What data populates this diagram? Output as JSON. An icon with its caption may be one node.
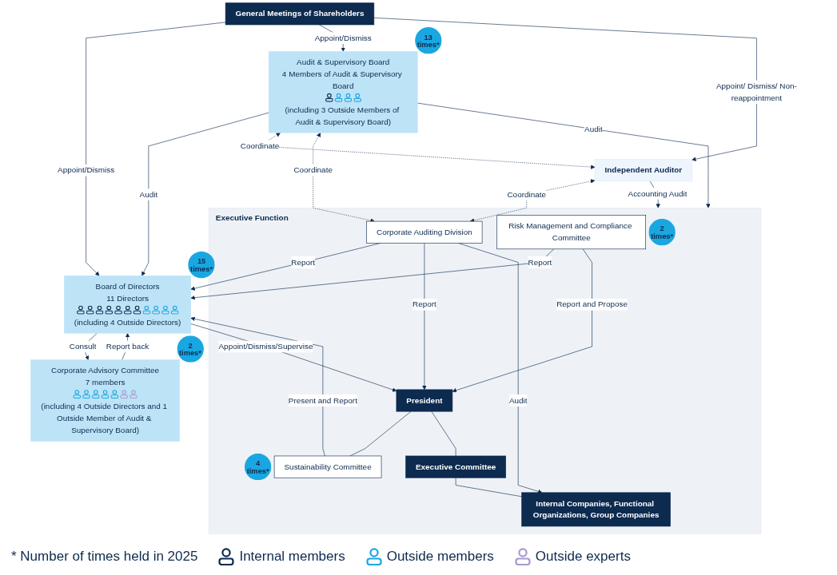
{
  "diagram": {
    "nodes": [
      {
        "text": [
          "General Meetings of Shareholders"
        ]
      },
      {
        "text": [
          "Corporate Advisory Committee",
          "7 members",
          "(including 4 Outside Directors and 1 Outside Member of Audit & Supervisory Board)"
        ],
        "beside": [
          "2 times*"
        ]
      },
      {
        "text": [
          "Board of Directors",
          "11 Directors",
          "(including 4 Outside Directors)"
        ],
        "beside": [
          "15 times*"
        ]
      },
      {
        "text": [
          "Audit & Supervisory Board",
          "4 Members of Audit & Supervisory Board",
          "(including 3 Outside Members of Audit & Supervisory Board)"
        ],
        "beside": [
          "13 times*"
        ]
      },
      {
        "text": [
          "Independent Auditor"
        ]
      },
      {
        "text": [
          "Executive Function"
        ]
      },
      {
        "text": [
          "Risk Management and Compliance Committee"
        ],
        "in": 5,
        "beside": [
          "2 times*"
        ]
      },
      {
        "text": [
          "President"
        ],
        "in": 5
      },
      {
        "text": [
          "Corporate Auditing Division"
        ],
        "in": 5
      },
      {
        "text": [
          "Sustainability Committee"
        ],
        "in": 5,
        "beside": [
          "4 times*"
        ]
      },
      {
        "text": [
          "Executive Committee"
        ],
        "in": 5
      },
      {
        "text": [
          "Internal Companies, Functional Organizations, Group Companies"
        ],
        "in": 5
      }
    ],
    "edges": [
      {
        "from": 0,
        "to": 2,
        "arrow": "to",
        "label": "Appoint/Dismiss"
      },
      {
        "from": 0,
        "to": 3,
        "arrow": "to",
        "label": "Appoint/Dismiss"
      },
      {
        "from": 0,
        "to": 4,
        "arrow": "to",
        "label": "Appoint/ Dismiss/ Non-reappointment"
      },
      {
        "from": 2,
        "to": 1,
        "arrow": "to",
        "label": "Consult"
      },
      {
        "from": 1,
        "to": 2,
        "arrow": "to",
        "label": "Report back"
      },
      {
        "from": 3,
        "to": 2,
        "arrow": "to",
        "label": "Audit"
      },
      {
        "from": 3,
        "to": 4,
        "arrow": "both",
        "label": "Coordinate",
        "style": "dashed"
      },
      {
        "from": 2,
        "to": 7,
        "arrow": "to",
        "label": "Appoint/Dismiss/Supervise"
      },
      {
        "from": 9,
        "to": 2,
        "arrow": "to",
        "label": "Present and Report"
      },
      {
        "from": 6,
        "to": 2,
        "arrow": "to",
        "label": "Report"
      },
      {
        "from": 8,
        "to": 2,
        "arrow": "to",
        "label": "Report"
      },
      {
        "from": 3,
        "to": 5,
        "arrow": "to",
        "label": "Audit"
      },
      {
        "from": 3,
        "to": 8,
        "arrow": "both",
        "label": "Coordinate",
        "style": "dashed"
      },
      {
        "from": 4,
        "to": 5,
        "arrow": "to",
        "label": "Accounting Audit"
      },
      {
        "from": 4,
        "to": 8,
        "arrow": "both",
        "label": "Coordinate",
        "style": "dashed"
      },
      {
        "from": 8,
        "to": 7,
        "arrow": "to",
        "label": "Report"
      },
      {
        "from": 6,
        "to": 7,
        "arrow": "to",
        "label": "Report and Propose"
      },
      {
        "from": 8,
        "to": 11,
        "arrow": "to",
        "label": "Audit"
      },
      {
        "from": 7,
        "to": 9,
        "arrow": "none"
      },
      {
        "from": 7,
        "to": 10,
        "arrow": "none"
      },
      {
        "from": 10,
        "to": 11,
        "arrow": "none"
      }
    ],
    "labels": [
      "* Number of times held in 2025"
    ],
    "legend": [
      {
        "text": "Internal members"
      },
      {
        "text": "Outside members"
      },
      {
        "text": "Outside experts"
      }
    ]
  }
}
